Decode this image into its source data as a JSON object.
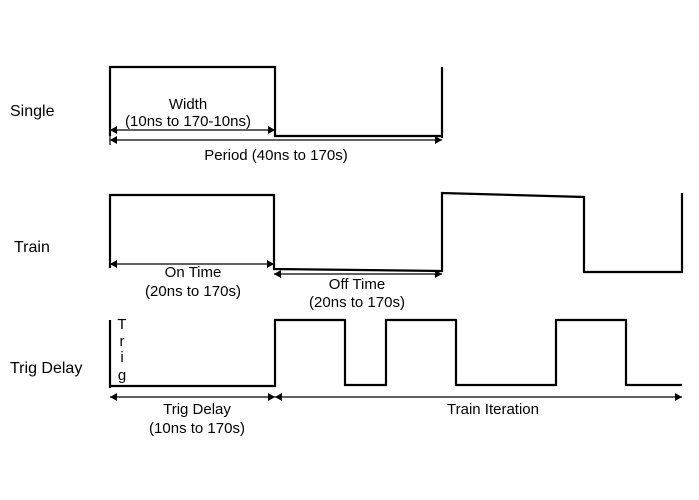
{
  "rows": {
    "single": "Single",
    "train": "Train",
    "trig_delay": "Trig Delay"
  },
  "single": {
    "width_label": "Width",
    "width_range": "(10ns to 170-10ns)",
    "period_label": "Period (40ns to 170s)"
  },
  "train": {
    "on_time_label": "On Time",
    "on_time_range": "(20ns to 170s)",
    "off_time_label": "Off Time",
    "off_time_range": "(20ns to 170s)"
  },
  "trig": {
    "vertical_letters": [
      "T",
      "r",
      "i",
      "g"
    ],
    "delay_label": "Trig Delay",
    "delay_range": "(10ns to 170s)",
    "iteration_label": "Train Iteration"
  }
}
